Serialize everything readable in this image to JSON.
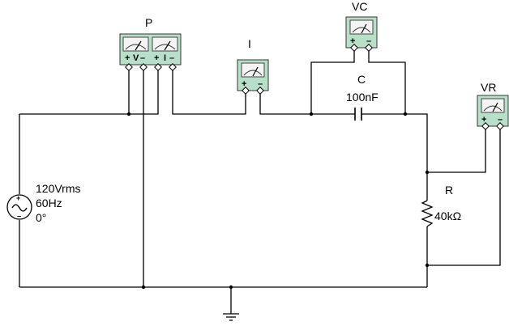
{
  "corner_mark": "'",
  "meters": {
    "power": {
      "label": "P",
      "pins": [
        "+",
        "V",
        "–",
        "+",
        "I",
        "–"
      ]
    },
    "ammeter": {
      "label": "I",
      "pins": [
        "+",
        "–"
      ]
    },
    "vc": {
      "label": "VC",
      "pins": [
        "+",
        "–"
      ]
    },
    "vr": {
      "label": "VR",
      "pins": [
        "+",
        "–"
      ]
    }
  },
  "source": {
    "voltage": "120Vrms",
    "frequency": "60Hz",
    "phase": "0°",
    "pins": [
      "+",
      "–"
    ]
  },
  "capacitor": {
    "label": "C",
    "value": "100nF"
  },
  "resistor": {
    "label": "R",
    "value": "40kΩ"
  },
  "colors": {
    "meter_body": "#b8e0c8",
    "wire": "#000000"
  }
}
